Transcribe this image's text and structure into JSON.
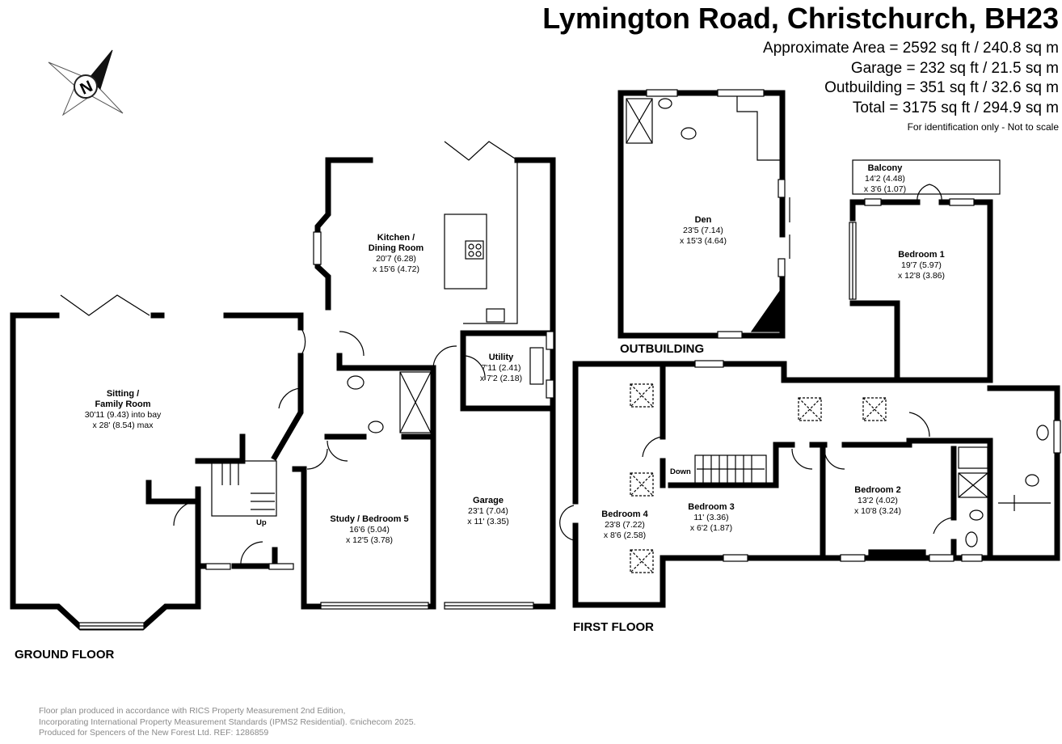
{
  "header": {
    "title": "Lymington Road, Christchurch, BH23",
    "areas": [
      "Approximate Area = 2592 sq ft / 240.8 sq m",
      "Garage = 232 sq ft / 21.5 sq m",
      "Outbuilding = 351 sq ft / 32.6 sq m",
      "Total = 3175 sq ft / 294.9 sq m"
    ],
    "disclaimer": "For identification only - Not to scale"
  },
  "compass": {
    "letter": "N"
  },
  "floors": {
    "ground": "GROUND FLOOR",
    "first": "FIRST FLOOR",
    "outbuilding": "OUTBUILDING"
  },
  "rooms": {
    "sitting": {
      "name": "Sitting /",
      "name2": "Family Room",
      "dim1": "30'11 (9.43) into bay",
      "dim2": "x 28' (8.54) max"
    },
    "kitchen": {
      "name": "Kitchen /",
      "name2": "Dining Room",
      "dim1": "20'7 (6.28)",
      "dim2": "x 15'6 (4.72)"
    },
    "utility": {
      "name": "Utility",
      "dim1": "7'11 (2.41)",
      "dim2": "x 7'2 (2.18)"
    },
    "study": {
      "name": "Study / Bedroom 5",
      "dim1": "16'6 (5.04)",
      "dim2": "x 12'5 (3.78)"
    },
    "garage": {
      "name": "Garage",
      "dim1": "23'1 (7.04)",
      "dim2": "x 11' (3.35)"
    },
    "den": {
      "name": "Den",
      "dim1": "23'5 (7.14)",
      "dim2": "x 15'3 (4.64)"
    },
    "balcony": {
      "name": "Balcony",
      "dim1": "14'2 (4.48)",
      "dim2": "x 3'6 (1.07)"
    },
    "bedroom1": {
      "name": "Bedroom 1",
      "dim1": "19'7 (5.97)",
      "dim2": "x 12'8 (3.86)"
    },
    "bedroom2": {
      "name": "Bedroom 2",
      "dim1": "13'2 (4.02)",
      "dim2": "x 10'8 (3.24)"
    },
    "bedroom3": {
      "name": "Bedroom 3",
      "dim1": "11' (3.36)",
      "dim2": "x 6'2 (1.87)"
    },
    "bedroom4": {
      "name": "Bedroom 4",
      "dim1": "23'8 (7.22)",
      "dim2": "x 8'6 (2.58)"
    }
  },
  "stairs": {
    "up": "Up",
    "down": "Down"
  },
  "footer": {
    "line1": "Floor plan produced in accordance with RICS Property Measurement 2nd Edition,",
    "line2": "Incorporating International Property Measurement Standards (IPMS2 Residential).  ©nichecom 2025.",
    "line3": "Produced for Spencers of the New Forest Ltd.   REF:  1286859"
  },
  "colors": {
    "wall": "#000000",
    "fixture": "#9a9a9a",
    "footer_text": "#8a8a8a"
  }
}
